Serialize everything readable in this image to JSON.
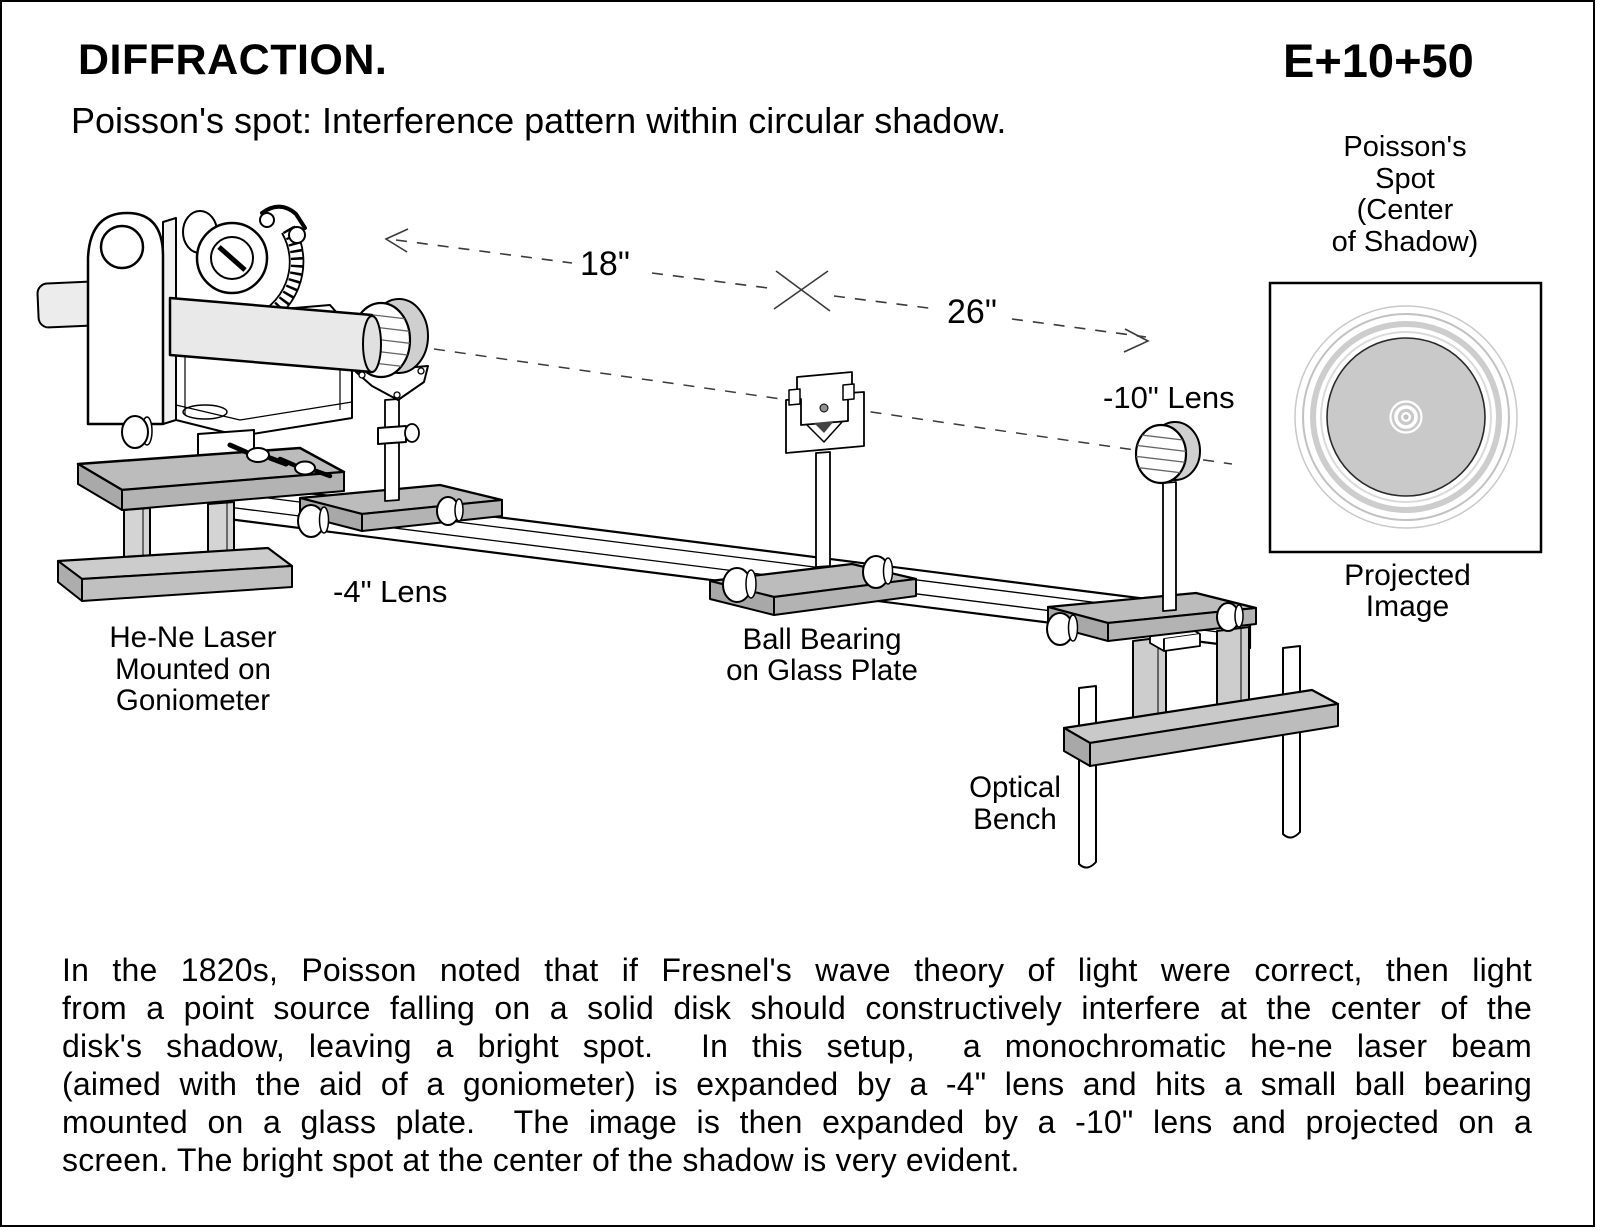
{
  "page": {
    "title": "DIFFRACTION.",
    "catalog_number": "E+10+50",
    "subtitle": "Poisson's spot: Interference pattern within circular shadow."
  },
  "diagram": {
    "distance_18": "18\"",
    "distance_26": "26\"",
    "label_laser_l1": "He-Ne Laser",
    "label_laser_l2": "Mounted on",
    "label_laser_l3": "Goniometer",
    "label_lens4": "-4\" Lens",
    "label_ball_l1": "Ball Bearing",
    "label_ball_l2": "on Glass Plate",
    "label_lens10": "-10\" Lens",
    "label_bench_l1": "Optical",
    "label_bench_l2": "Bench"
  },
  "inset": {
    "caption_l1": "Poisson's",
    "caption_l2": "Spot",
    "caption_l3": "(Center",
    "caption_l4": "of Shadow)",
    "label_l1": "Projected",
    "label_l2": "Image"
  },
  "description": {
    "line1": "In the 1820s, Poisson noted that if Fresnel's wave theory of light were correct, then light",
    "line2": "from a point source falling on a solid disk should constructively interfere at the center of the",
    "line3": "disk's shadow, leaving a bright spot.  In this setup,  a monochromatic he-ne laser beam",
    "line4": "(aimed with the aid of a goniometer) is expanded by a -4\" lens and hits a small ball bearing",
    "line5": "mounted on a glass plate.  The image is then expanded by a -10\" lens and projected on a",
    "line6": "screen. The bright spot at the center of the shadow is very evident."
  },
  "colors": {
    "ink": "#000000",
    "plate_gray": "#bcbcbc",
    "tube_gray": "#e9e9e9",
    "shadow_gray": "#c9c9c9"
  }
}
